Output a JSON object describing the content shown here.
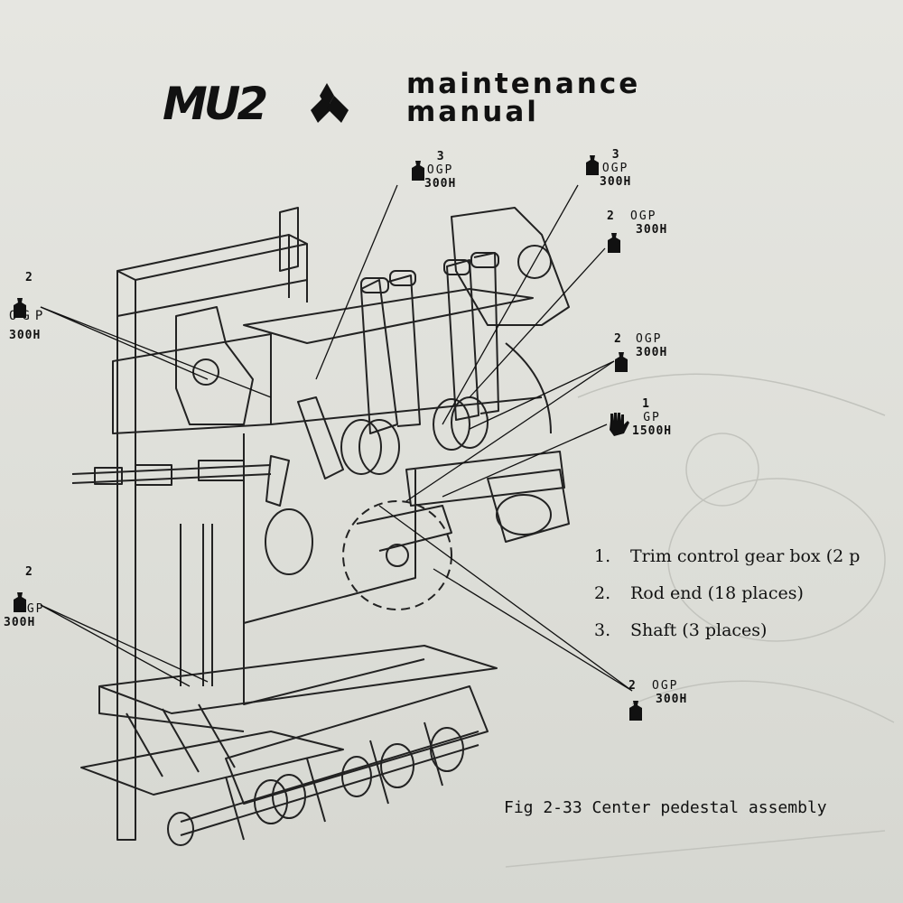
{
  "header": {
    "logo_text": "MU2",
    "title_line1": "maintenance",
    "title_line2": "manual"
  },
  "callouts": [
    {
      "id": "c1",
      "num": "3",
      "label": "OGP",
      "hours": "300H"
    },
    {
      "id": "c2",
      "num": "3",
      "label": "OGP",
      "hours": "300H"
    },
    {
      "id": "c3",
      "num": "2",
      "label": "OGP",
      "hours": "300H"
    },
    {
      "id": "c4",
      "num": "2",
      "label": "OGP",
      "hours": "300H"
    },
    {
      "id": "c5",
      "num": "2",
      "label": "OGP",
      "hours": "300H"
    },
    {
      "id": "c6",
      "num": "1",
      "label": "GP",
      "hours": "1500H"
    },
    {
      "id": "c7",
      "num": "2",
      "label": "OGP",
      "hours": "300H"
    },
    {
      "id": "c8",
      "num": "2",
      "label": "OGP",
      "hours": "300H"
    }
  ],
  "legend": [
    {
      "num": "1.",
      "text": "Trim control gear box (2 p"
    },
    {
      "num": "2.",
      "text": "Rod end (18 places)"
    },
    {
      "num": "3.",
      "text": "Shaft (3 places)"
    }
  ],
  "caption": "Fig 2-33   Center pedestal assembly",
  "icons": {
    "oil_can": "oil-can-icon",
    "grease_hand": "grease-hand-icon",
    "logo": "mitsubishi-logo-icon"
  }
}
